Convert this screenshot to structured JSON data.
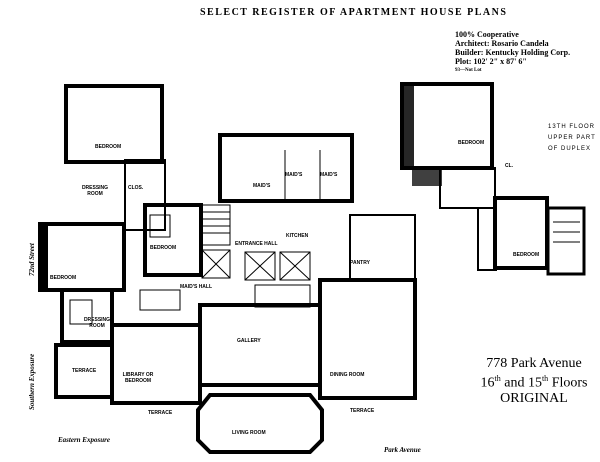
{
  "header": {
    "title": "SELECT REGISTER OF APARTMENT HOUSE PLANS"
  },
  "info": {
    "line1": "100% Cooperative",
    "line2": "Architect: Rosario Candela",
    "line3": "Builder: Kentucky Holding Corp.",
    "line4": "Plot: 102' 2\" x 87' 6\"",
    "line5": "93—Not Lot"
  },
  "duplex_note": {
    "line1": "13TH FLOOR",
    "line2": "UPPER PART",
    "line3": "OF DUPLEX"
  },
  "caption": {
    "address": "778 Park Avenue",
    "floors_a": "16",
    "sup_a": "th",
    "floors_mid": " and 15",
    "sup_b": "th",
    "floors_end": " Floors",
    "status": "ORIGINAL"
  },
  "streets": {
    "east": "Eastern Exposure",
    "park": "Park Avenue",
    "south": "Southern Exposure",
    "side": "72nd Street"
  },
  "rooms": {
    "bedroom_top": "BEDROOM",
    "bedroom_left": "BEDROOM",
    "bedroom_center": "BEDROOM",
    "dressing_1": "DRESSING ROOM",
    "dressing_2": "DRESSING ROOM",
    "terrace_1": "TERRACE",
    "terrace_2": "TERRACE",
    "terrace_3": "TERRACE",
    "library": "LIBRARY OR BEDROOM",
    "living": "LIVING ROOM",
    "dining": "DINING ROOM",
    "pantry": "PANTRY",
    "kitchen": "KITCHEN",
    "maids_1": "MAID'S",
    "maids_2": "MAID'S",
    "maids_3": "MAID'S",
    "maids_hall": "MAID'S HALL",
    "entrance_hall": "ENTRANCE HALL",
    "gallery": "GALLERY",
    "dup_bedroom_1": "BEDROOM",
    "dup_bedroom_2": "BEDROOM",
    "closet": "CL.",
    "clos": "CLOS."
  }
}
